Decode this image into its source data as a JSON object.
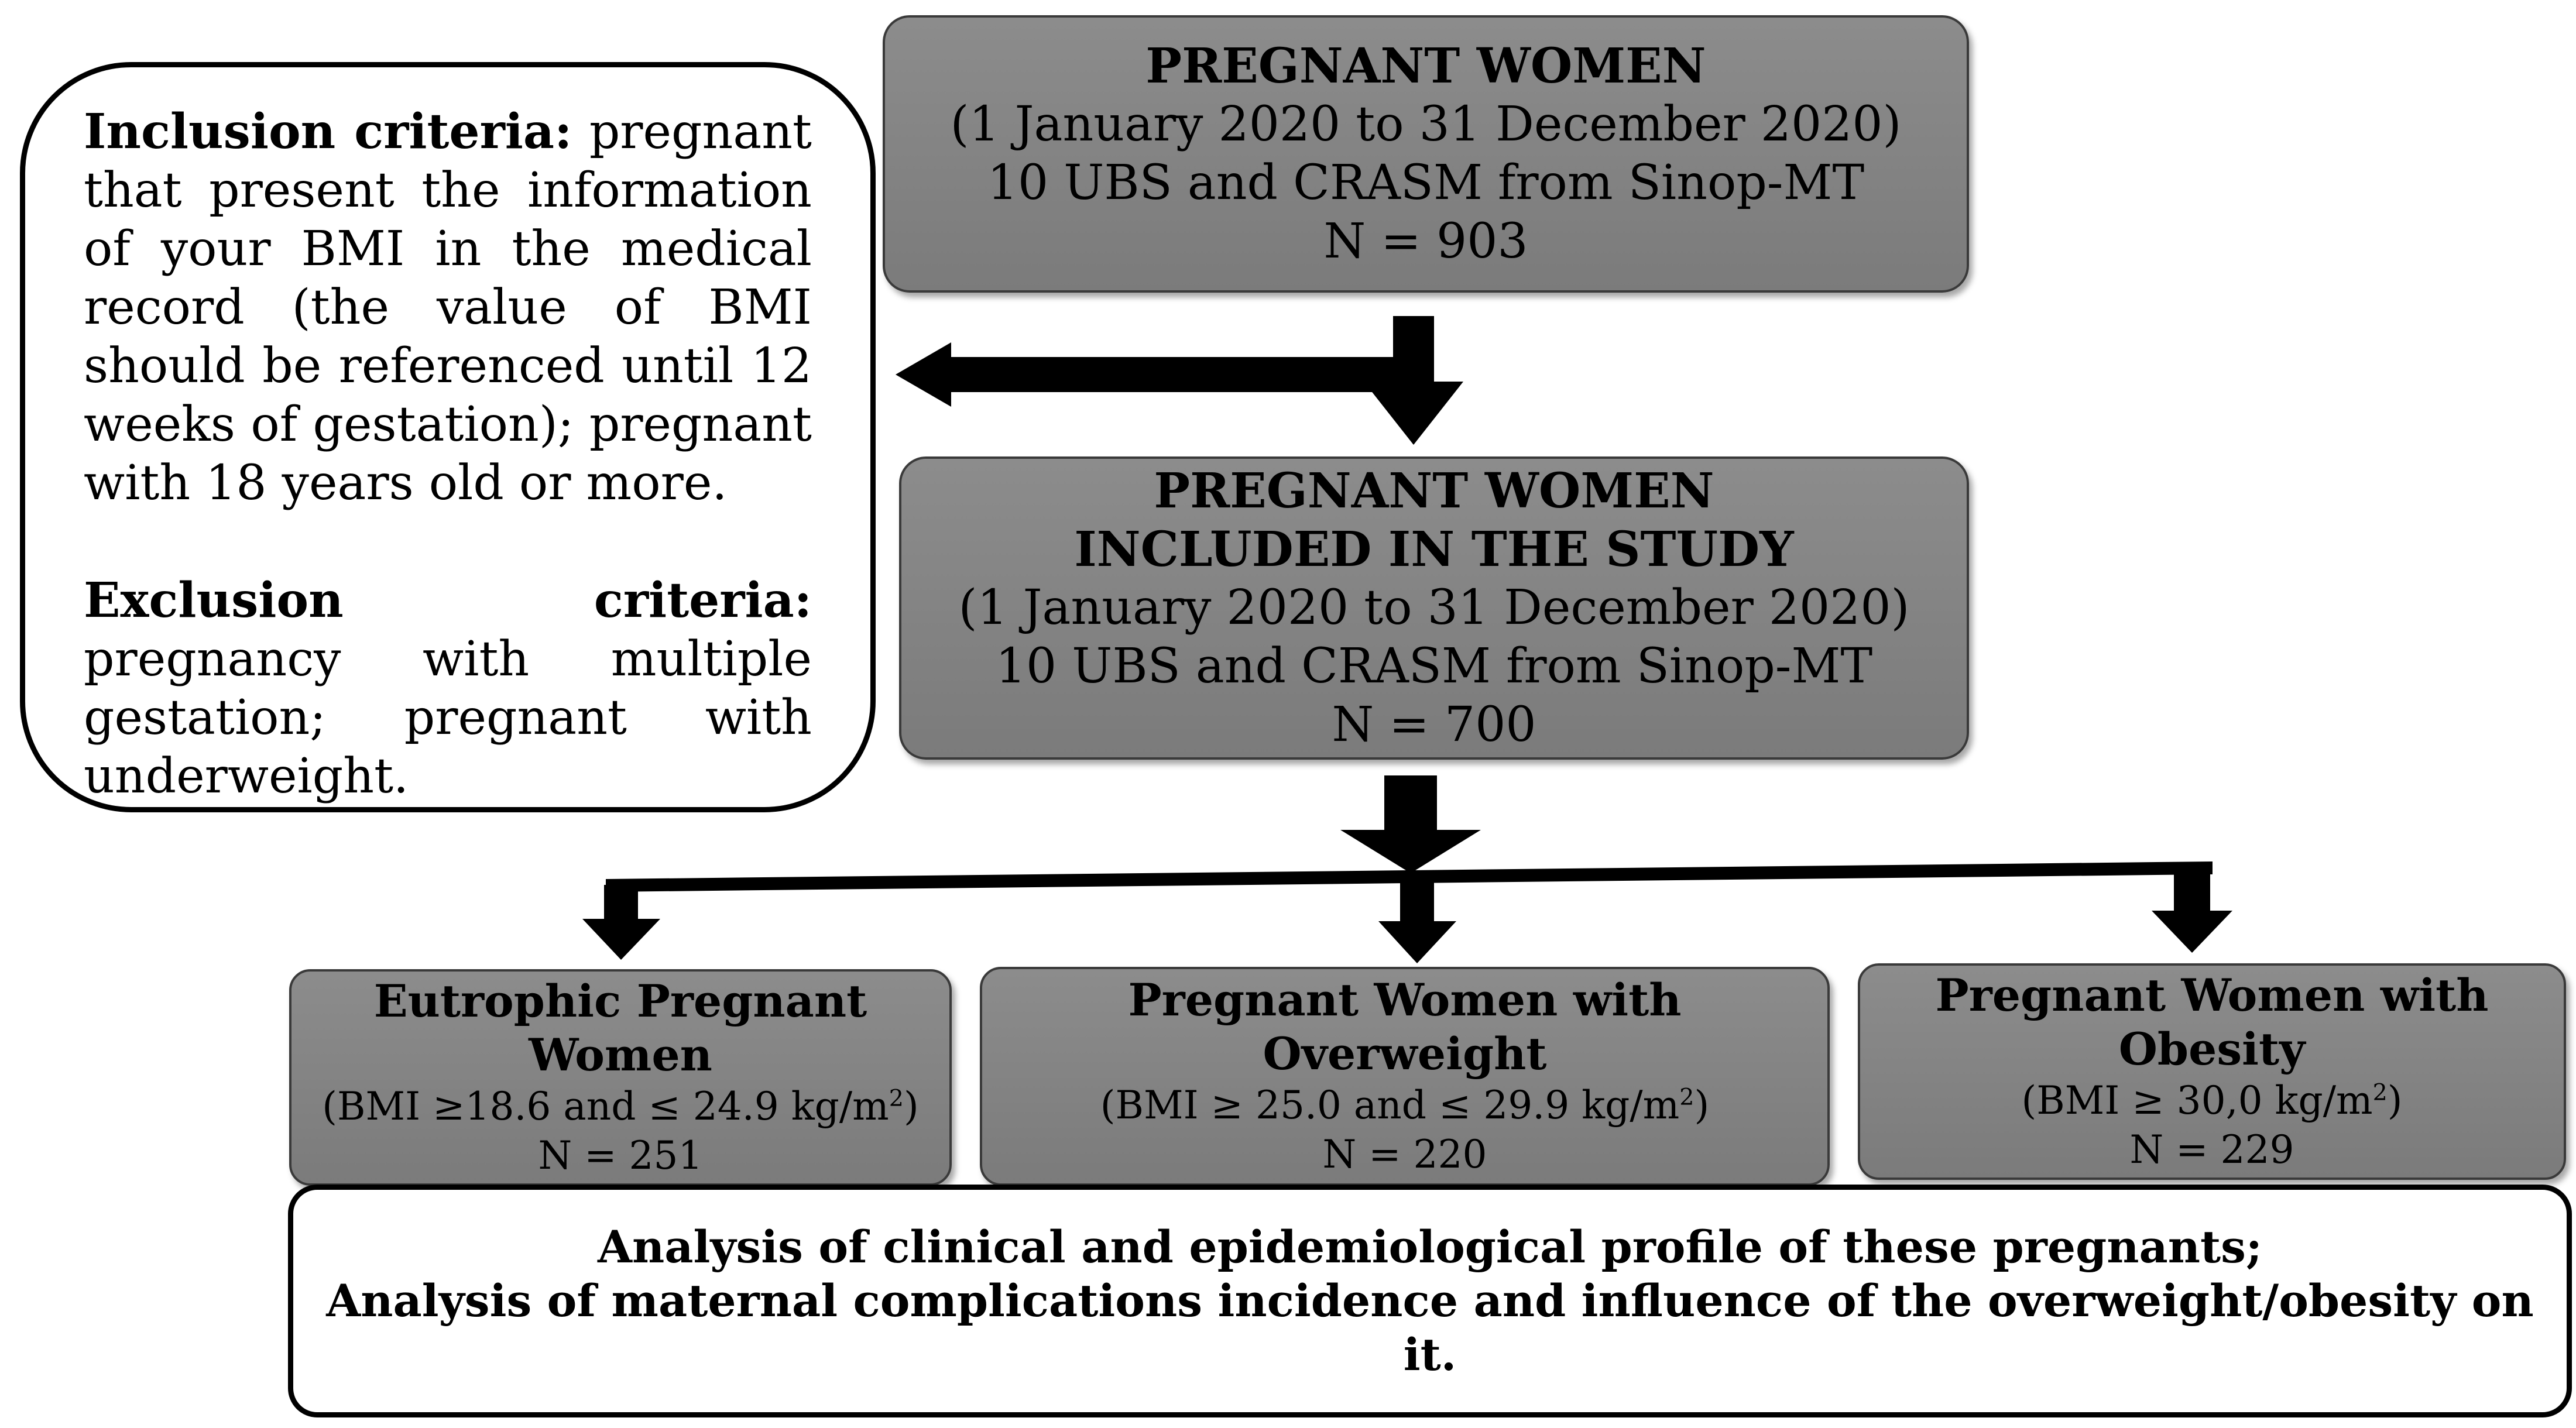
{
  "criteria": {
    "inclusion_label": "Inclusion criteria:",
    "inclusion_text": " pregnant that present the information of your BMI in the medical record (the value of BMI should be referenced until 12 weeks of gestation); pregnant with 18 years old or more.",
    "exclusion_label": "Exclusion criteria:",
    "exclusion_text": " pregnancy with multiple gestation; pregnant with underweight."
  },
  "top_box": {
    "title": "PREGNANT WOMEN",
    "period": "(1 January 2020 to 31 December 2020)",
    "units": "10 UBS and CRASM from Sinop-MT",
    "n": "N = 903"
  },
  "included_box": {
    "title_line1": "PREGNANT WOMEN",
    "title_line2": "INCLUDED IN THE STUDY",
    "period": "(1 January 2020 to 31 December 2020)",
    "units": "10 UBS and CRASM from Sinop-MT",
    "n": "N = 700"
  },
  "groups": [
    {
      "title": "Eutrophic Pregnant Women",
      "bmi": "(BMI ≥18.6 and ≤ 24.9 kg/m",
      "sup": "2",
      "close": ")",
      "n": "N = 251"
    },
    {
      "title": "Pregnant Women with Overweight",
      "bmi": "(BMI ≥ 25.0 and ≤ 29.9 kg/m",
      "sup": "2",
      "close": ")",
      "n": "N = 220"
    },
    {
      "title": "Pregnant Women with Obesity",
      "bmi": "(BMI  ≥ 30,0 kg/m",
      "sup": "2",
      "close": ")",
      "n": "N = 229"
    }
  ],
  "analysis": {
    "line1": "Analysis of clinical and epidemiological profile of these pregnants;",
    "line2": "Analysis of maternal complications incidence and influence of the overweight/obesity on it."
  }
}
